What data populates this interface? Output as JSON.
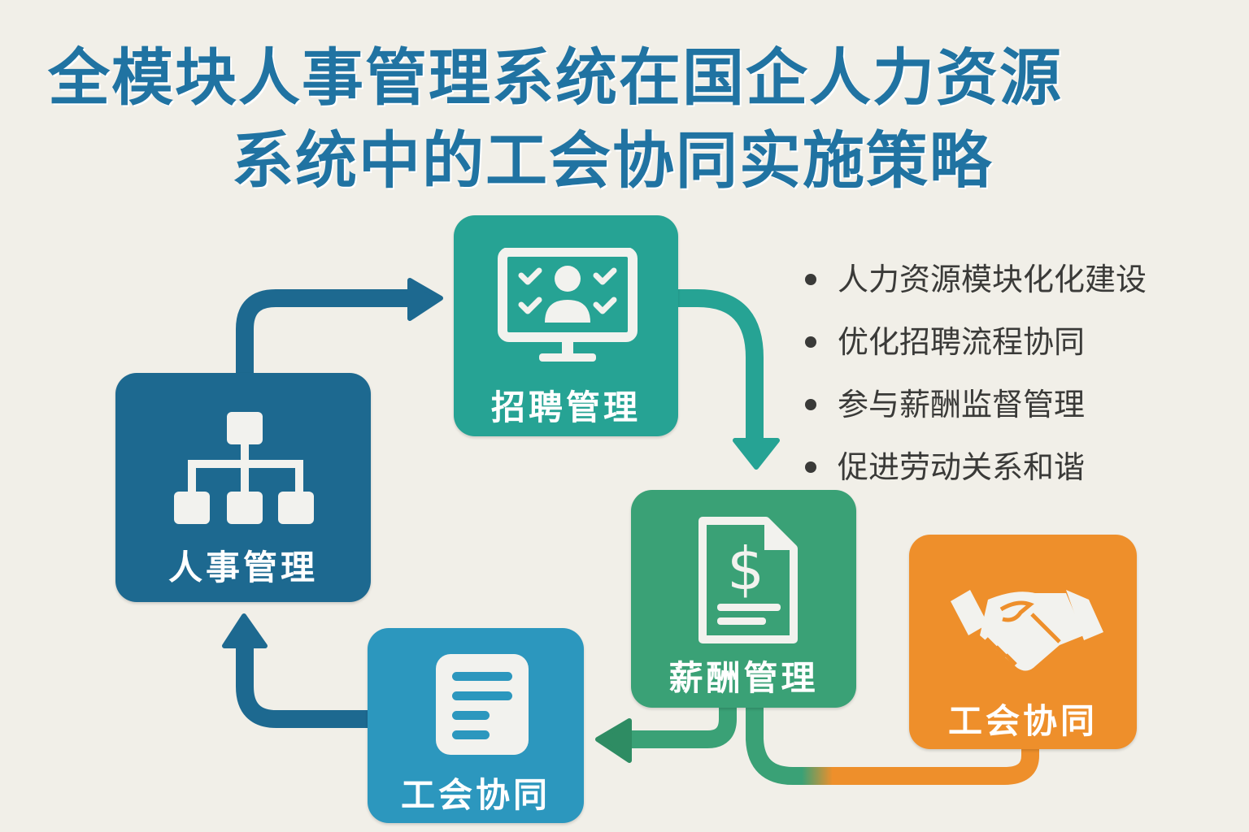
{
  "title": {
    "line1": "全模块人事管理系统在国企人力资源",
    "line2": "系统中的工会协同实施策略"
  },
  "colors": {
    "background": "#f1efe8",
    "title": "#2073a2",
    "hr": "#1d6990",
    "recruit": "#26a394",
    "salary": "#3aa176",
    "union_orange": "#ee8f2b",
    "union_blue": "#2c97be",
    "bullet_text": "#3a3a38"
  },
  "nodes": {
    "hr": {
      "label": "人事管理",
      "icon": "org-chart-icon"
    },
    "recruit": {
      "label": "招聘管理",
      "icon": "monitor-person-check-icon"
    },
    "salary": {
      "label": "薪酬管理",
      "icon": "salary-document-dollar-icon"
    },
    "union_orange": {
      "label": "工会协同",
      "icon": "handshake-icon"
    },
    "union_blue": {
      "label": "工会协同",
      "icon": "document-lines-icon"
    }
  },
  "bullets": [
    "人力资源模块化化建设",
    "优化招聘流程协同",
    "参与薪酬监督管理",
    "促进劳动关系和谐"
  ],
  "flows": [
    {
      "from": "人事管理",
      "to": "招聘管理"
    },
    {
      "from": "招聘管理",
      "to": "薪酬管理"
    },
    {
      "from": "薪酬管理",
      "to": "工会协同"
    },
    {
      "from": "工会协同",
      "to": "薪酬管理"
    },
    {
      "from": "工会协同",
      "to": "人事管理"
    }
  ]
}
